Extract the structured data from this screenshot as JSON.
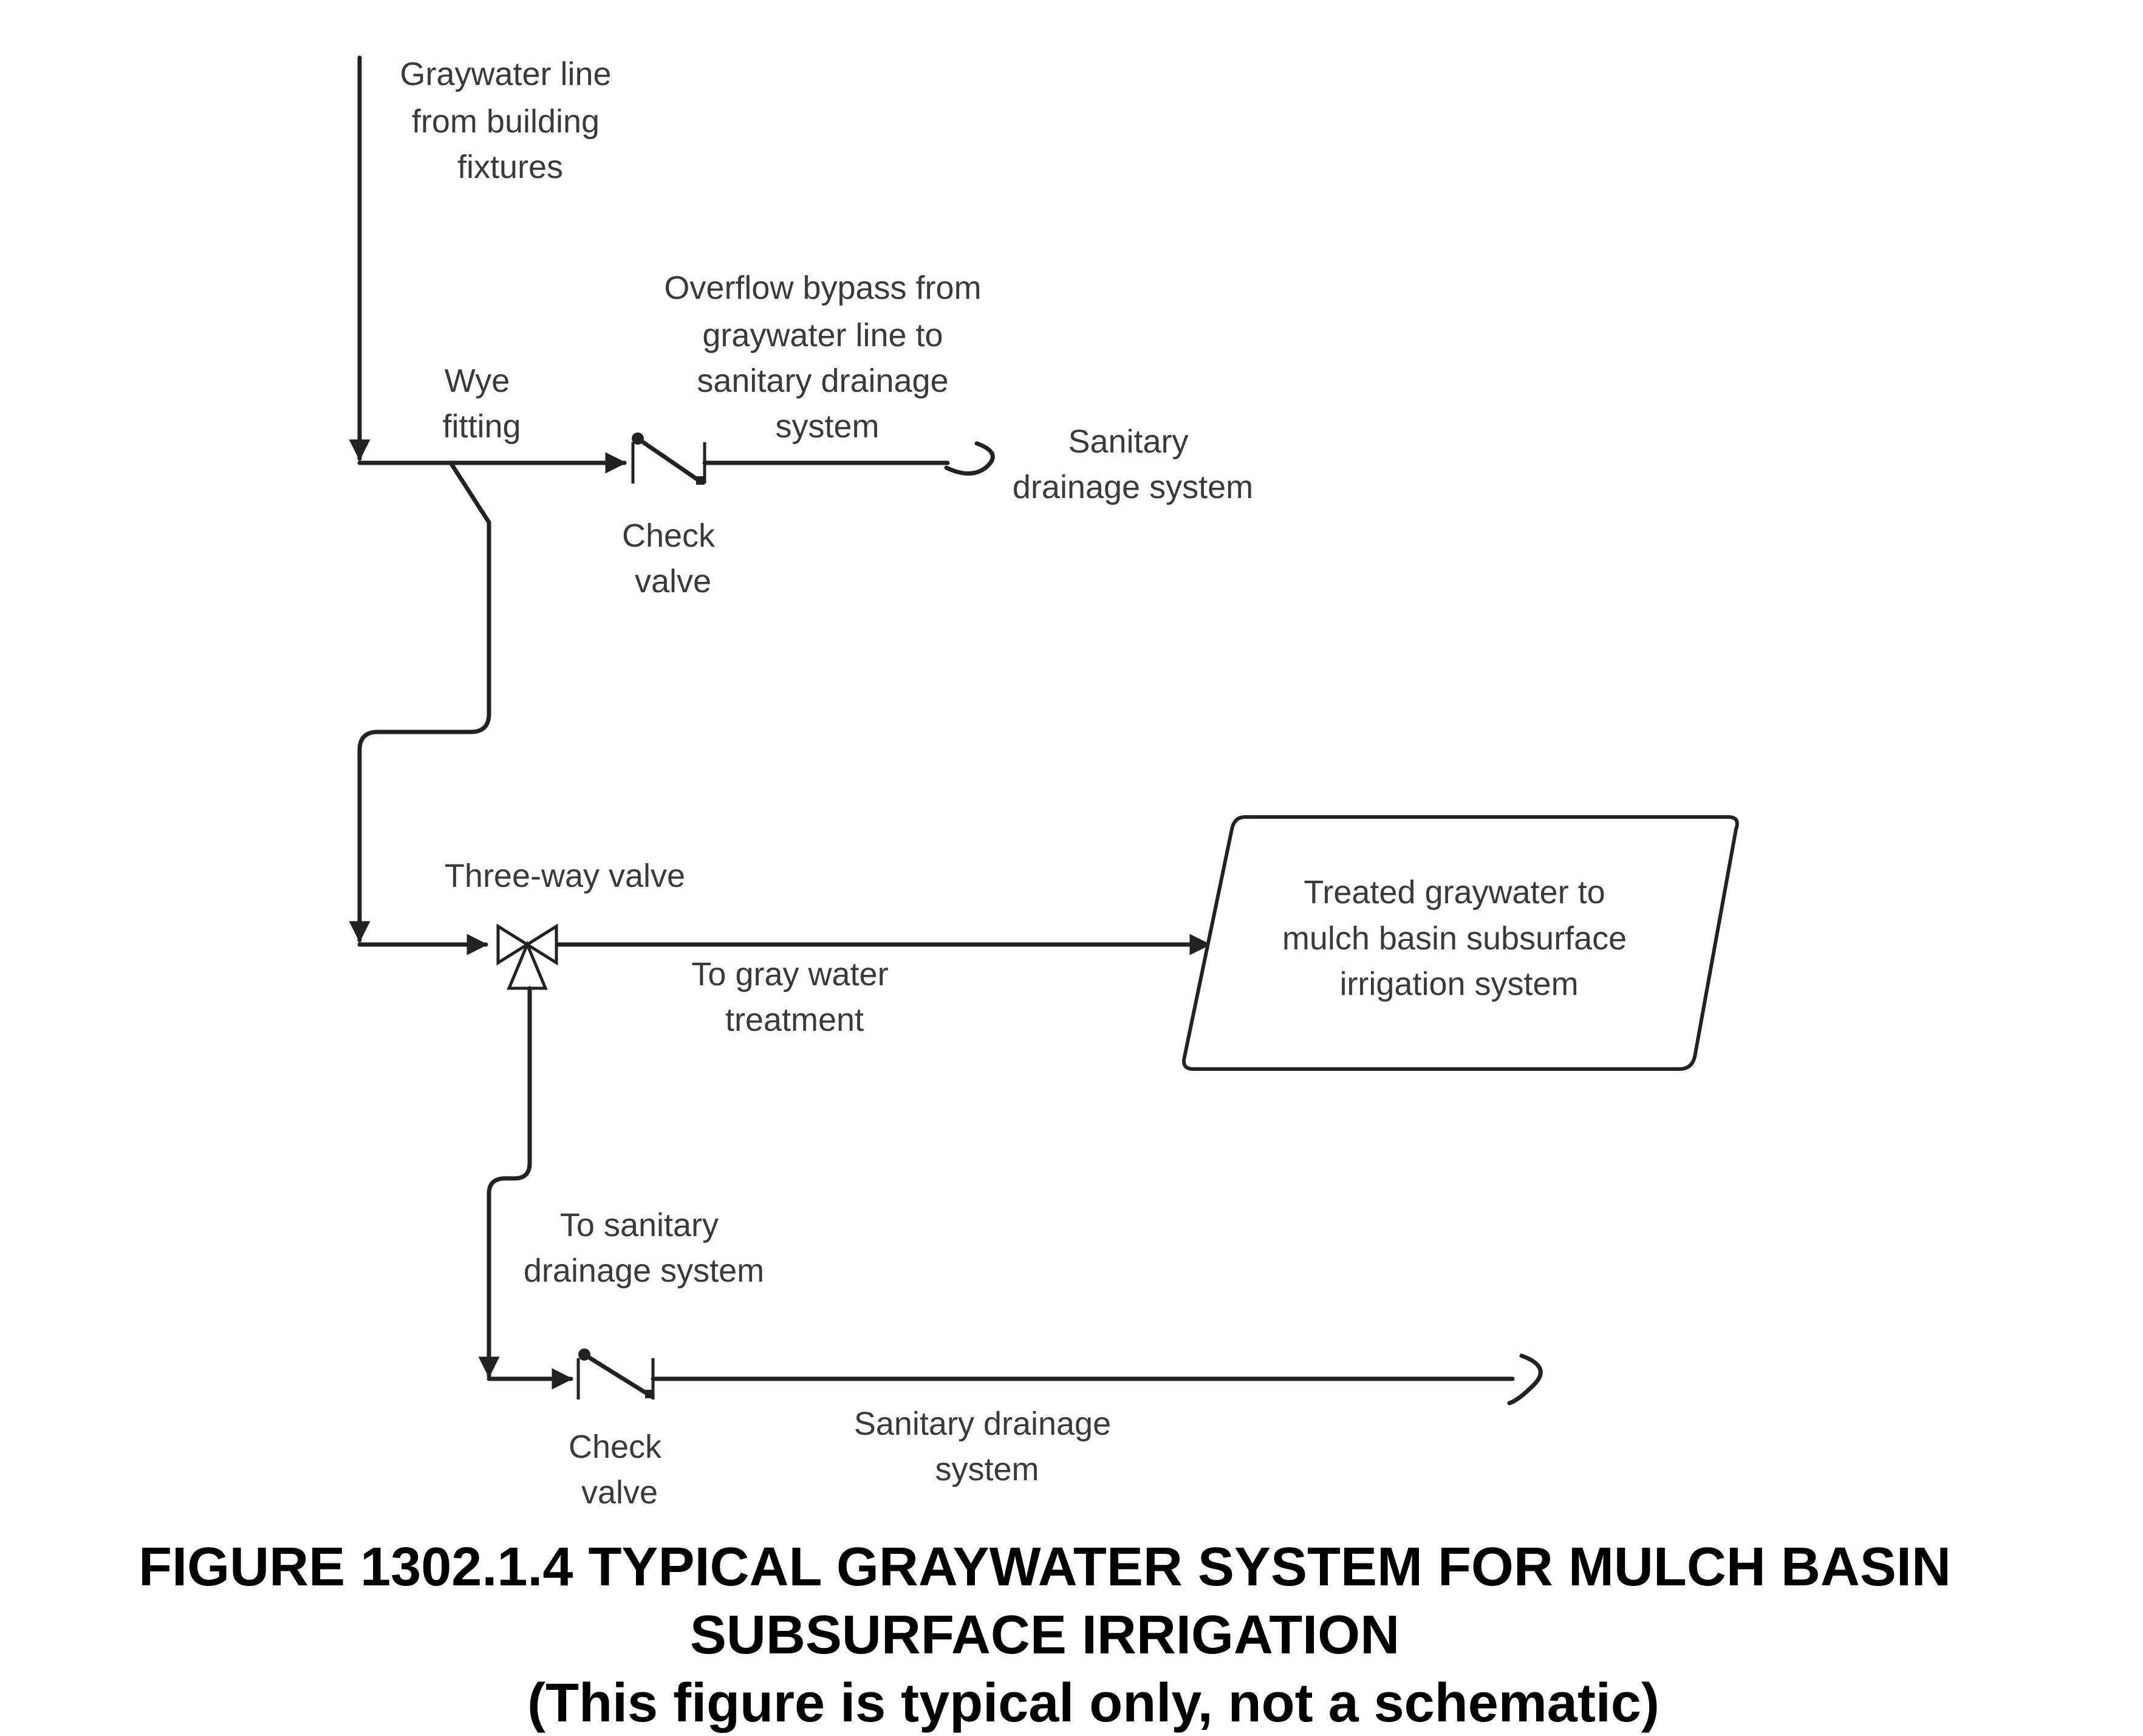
{
  "labels": {
    "graywater_line": [
      "Graywater line",
      "from building",
      "fixtures"
    ],
    "overflow_bypass": [
      "Overflow bypass from",
      "graywater line to",
      "sanitary drainage",
      "system"
    ],
    "wye_fitting": [
      "Wye",
      "fitting"
    ],
    "sanitary_top": [
      "Sanitary",
      "drainage system"
    ],
    "check_valve_top": [
      "Check",
      "valve"
    ],
    "three_way_valve": "Three-way valve",
    "to_treatment": [
      "To gray water",
      "treatment"
    ],
    "treated_box": [
      "Treated graywater to",
      "mulch basin subsurface",
      "irrigation system"
    ],
    "to_sanitary": [
      "To sanitary",
      "drainage system"
    ],
    "check_valve_bottom": [
      "Check",
      "valve"
    ],
    "sanitary_bottom": [
      "Sanitary drainage",
      "system"
    ]
  },
  "caption": {
    "line1": "FIGURE 1302.1.4 TYPICAL GRAYWATER SYSTEM FOR MULCH BASIN",
    "line2": "SUBSURFACE IRRIGATION",
    "line3": "(This figure is typical only, not a schematic)"
  }
}
